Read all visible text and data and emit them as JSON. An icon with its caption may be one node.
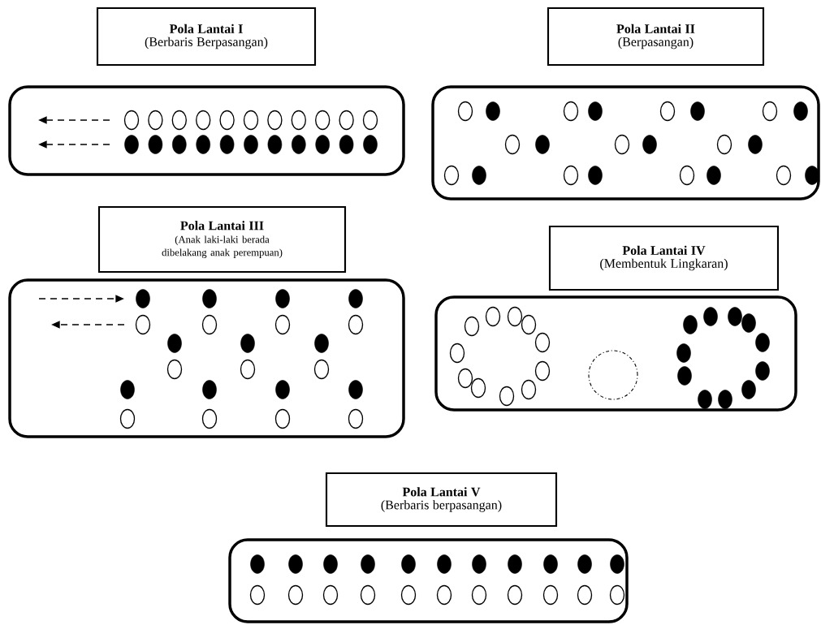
{
  "diagram": {
    "nodes": [
      {
        "text": [
          "Pola Lantai I",
          "(Berbaris Berpasangan)"
        ]
      },
      {
        "text": [
          "Pola Lantai II",
          "(Berpasangan)"
        ]
      },
      {
        "text": [],
        "shape": "box"
      },
      {
        "text": [],
        "shape": "box"
      },
      {
        "text": [
          "Pola Lantai III",
          "(Anak laki-laki berada dibelakang anak perempuan)"
        ]
      },
      {
        "text": [
          "Pola Lantai IV",
          "(Membentuk Lingkaran)"
        ]
      },
      {
        "text": [],
        "shape": "box"
      },
      {
        "text": [],
        "shape": "box"
      },
      {
        "text": [
          "Pola Lantai V",
          "(Berbaris berpasangan)"
        ]
      },
      {
        "text": [],
        "shape": "box"
      }
    ]
  }
}
